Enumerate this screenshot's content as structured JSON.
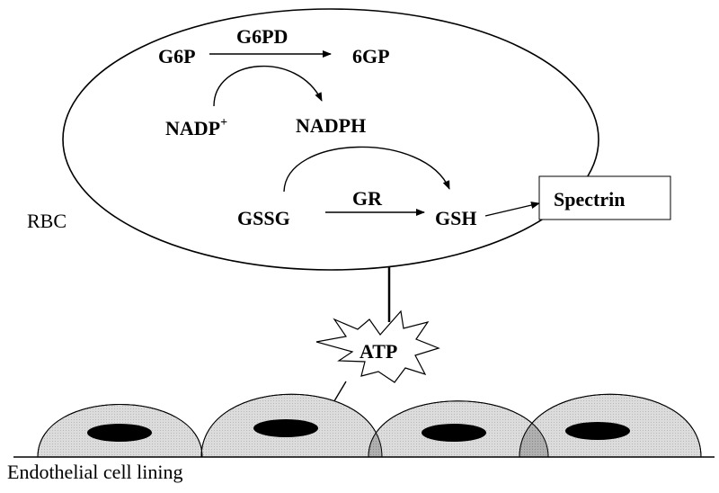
{
  "labels": {
    "g6p": "G6P",
    "g6pd": "G6PD",
    "sixgp": "6GP",
    "nadp": "NADP",
    "nadp_sup": "+",
    "nadph": "NADPH",
    "gssg": "GSSG",
    "gr": "GR",
    "gsh": "GSH",
    "spectrin": "Spectrin",
    "rbc": "RBC",
    "atp": "ATP",
    "endothelial": "Endothelial cell lining"
  },
  "colors": {
    "stroke": "#000000",
    "cell_fill": "#d9d9d9",
    "background": "#ffffff"
  },
  "endothelial_cell_count": 4
}
